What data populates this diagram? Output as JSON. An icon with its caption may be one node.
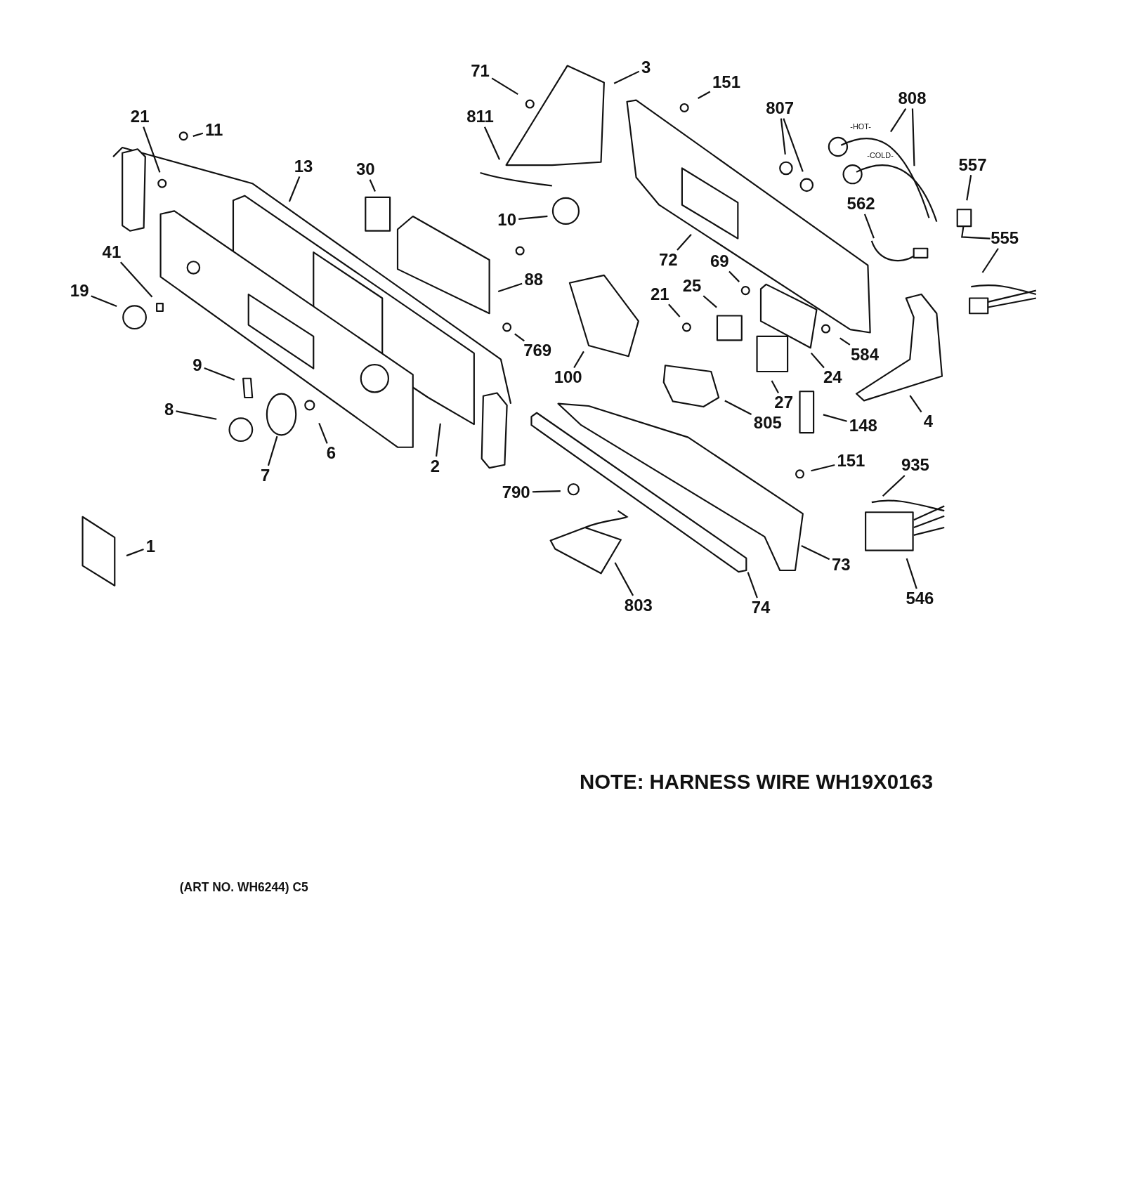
{
  "diagram": {
    "nodes": [
      {
        "text": [
          "71"
        ]
      },
      {
        "text": [
          "3"
        ]
      },
      {
        "text": [
          "151"
        ]
      },
      {
        "text": [
          "807"
        ]
      },
      {
        "text": [
          "808"
        ]
      },
      {
        "text": [
          "811"
        ]
      },
      {
        "text": [
          "21"
        ]
      },
      {
        "text": [
          "11"
        ]
      },
      {
        "text": [
          "13"
        ]
      },
      {
        "text": [
          "30"
        ]
      },
      {
        "text": [
          "557"
        ]
      },
      {
        "text": [
          "562"
        ]
      },
      {
        "text": [
          "555"
        ]
      },
      {
        "text": [
          "10"
        ]
      },
      {
        "text": [
          "72"
        ]
      },
      {
        "text": [
          "69"
        ]
      },
      {
        "text": [
          "41"
        ]
      },
      {
        "text": [
          "19"
        ]
      },
      {
        "text": [
          "88"
        ]
      },
      {
        "text": [
          "21"
        ]
      },
      {
        "text": [
          "25"
        ]
      },
      {
        "text": [
          "584"
        ]
      },
      {
        "text": [
          "24"
        ]
      },
      {
        "text": [
          "769"
        ]
      },
      {
        "text": [
          "100"
        ]
      },
      {
        "text": [
          "9"
        ]
      },
      {
        "text": [
          "27"
        ]
      },
      {
        "text": [
          "4"
        ]
      },
      {
        "text": [
          "8"
        ]
      },
      {
        "text": [
          "805"
        ]
      },
      {
        "text": [
          "148"
        ]
      },
      {
        "text": [
          "6"
        ]
      },
      {
        "text": [
          "7"
        ]
      },
      {
        "text": [
          "2"
        ]
      },
      {
        "text": [
          "151"
        ]
      },
      {
        "text": [
          "935"
        ]
      },
      {
        "text": [
          "790"
        ]
      },
      {
        "text": [
          "1"
        ]
      },
      {
        "text": [
          "73"
        ]
      },
      {
        "text": [
          "803"
        ]
      },
      {
        "text": [
          "74"
        ]
      },
      {
        "text": [
          "546"
        ]
      }
    ],
    "edges": [
      {
        "from": 0,
        "to": null,
        "arrow": "none"
      },
      {
        "from": 1,
        "to": null,
        "arrow": "none"
      },
      {
        "from": 2,
        "to": null,
        "arrow": "none"
      },
      {
        "from": 3,
        "to": null,
        "arrow": "none"
      },
      {
        "from": 3,
        "to": null,
        "arrow": "none"
      },
      {
        "from": 4,
        "to": null,
        "arrow": "none"
      },
      {
        "from": 4,
        "to": null,
        "arrow": "none"
      },
      {
        "from": 5,
        "to": null,
        "arrow": "none"
      },
      {
        "from": 6,
        "to": null,
        "arrow": "none"
      },
      {
        "from": 7,
        "to": null,
        "arrow": "none"
      },
      {
        "from": 8,
        "to": null,
        "arrow": "none"
      },
      {
        "from": 9,
        "to": null,
        "arrow": "none"
      },
      {
        "from": 10,
        "to": null,
        "arrow": "none"
      },
      {
        "from": 11,
        "to": null,
        "arrow": "none"
      },
      {
        "from": 12,
        "to": null,
        "arrow": "none"
      },
      {
        "from": 13,
        "to": null,
        "arrow": "none"
      },
      {
        "from": 14,
        "to": null,
        "arrow": "none"
      },
      {
        "from": 15,
        "to": null,
        "arrow": "none"
      },
      {
        "from": 16,
        "to": null,
        "arrow": "none"
      },
      {
        "from": 17,
        "to": null,
        "arrow": "none"
      },
      {
        "from": 18,
        "to": null,
        "arrow": "none"
      },
      {
        "from": 19,
        "to": null,
        "arrow": "none"
      },
      {
        "from": 20,
        "to": null,
        "arrow": "none"
      },
      {
        "from": 21,
        "to": null,
        "arrow": "none"
      },
      {
        "from": 22,
        "to": null,
        "arrow": "none"
      },
      {
        "from": 23,
        "to": null,
        "arrow": "none"
      },
      {
        "from": 24,
        "to": null,
        "arrow": "none"
      },
      {
        "from": 25,
        "to": null,
        "arrow": "none"
      },
      {
        "from": 26,
        "to": null,
        "arrow": "none"
      },
      {
        "from": 27,
        "to": null,
        "arrow": "none"
      },
      {
        "from": 28,
        "to": null,
        "arrow": "none"
      },
      {
        "from": 29,
        "to": null,
        "arrow": "none"
      },
      {
        "from": 30,
        "to": null,
        "arrow": "none"
      },
      {
        "from": 31,
        "to": null,
        "arrow": "none"
      },
      {
        "from": 32,
        "to": null,
        "arrow": "none"
      },
      {
        "from": 33,
        "to": null,
        "arrow": "none"
      },
      {
        "from": 34,
        "to": null,
        "arrow": "none"
      },
      {
        "from": 35,
        "to": null,
        "arrow": "none"
      },
      {
        "from": 36,
        "to": null,
        "arrow": "none"
      },
      {
        "from": 37,
        "to": null,
        "arrow": "none"
      },
      {
        "from": 38,
        "to": null,
        "arrow": "none"
      },
      {
        "from": 39,
        "to": null,
        "arrow": "none"
      },
      {
        "from": 40,
        "to": null,
        "arrow": "none"
      },
      {
        "from": 41,
        "to": null,
        "arrow": "none"
      }
    ],
    "labels": [
      "-HOT-",
      "-COLD-",
      "NOTE: HARNESS WIRE WH19X0163",
      "(ART NO. WH6244) C5"
    ]
  }
}
